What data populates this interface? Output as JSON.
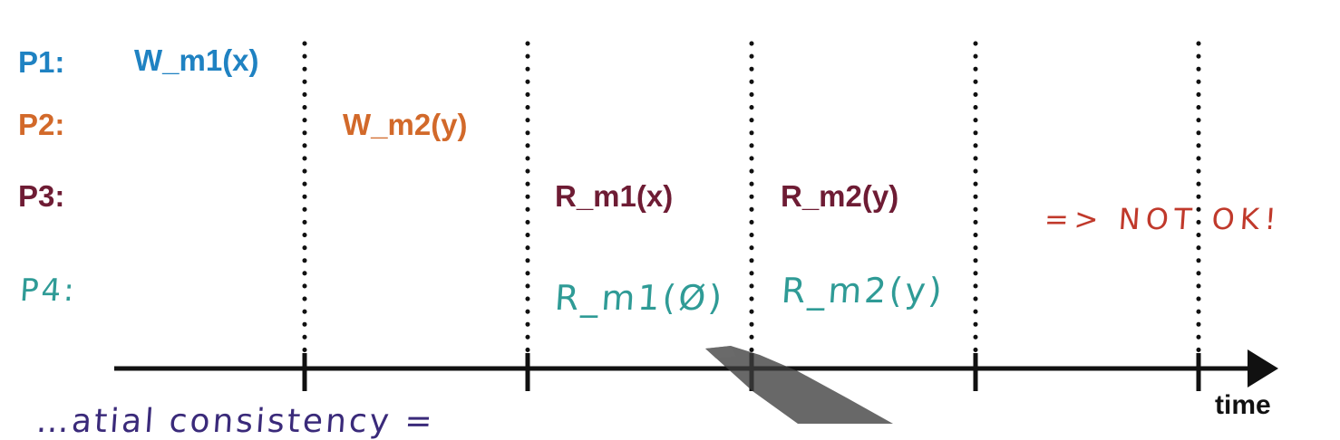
{
  "colors": {
    "p1": "#1f82c2",
    "p2": "#d2692a",
    "p3": "#6e1c34",
    "p4": "#2f9b96",
    "annotation": "#c0392b",
    "axis": "#111111",
    "bottom_text": "#3a2a7a"
  },
  "rows": {
    "p1": {
      "label": "P1:",
      "op": "W_m1(x)"
    },
    "p2": {
      "label": "P2:",
      "op": "W_m2(y)"
    },
    "p3": {
      "label": "P3:",
      "op1": "R_m1(x)",
      "op2": "R_m2(y)"
    },
    "p4": {
      "label": "P4:",
      "op1": "R_m1(Ø)",
      "op2": "R_m2(y)"
    }
  },
  "annotation": "=> NOT OK!",
  "axis": {
    "label": "time"
  },
  "bottom_text": "…atial consistency =",
  "dividers": 5
}
